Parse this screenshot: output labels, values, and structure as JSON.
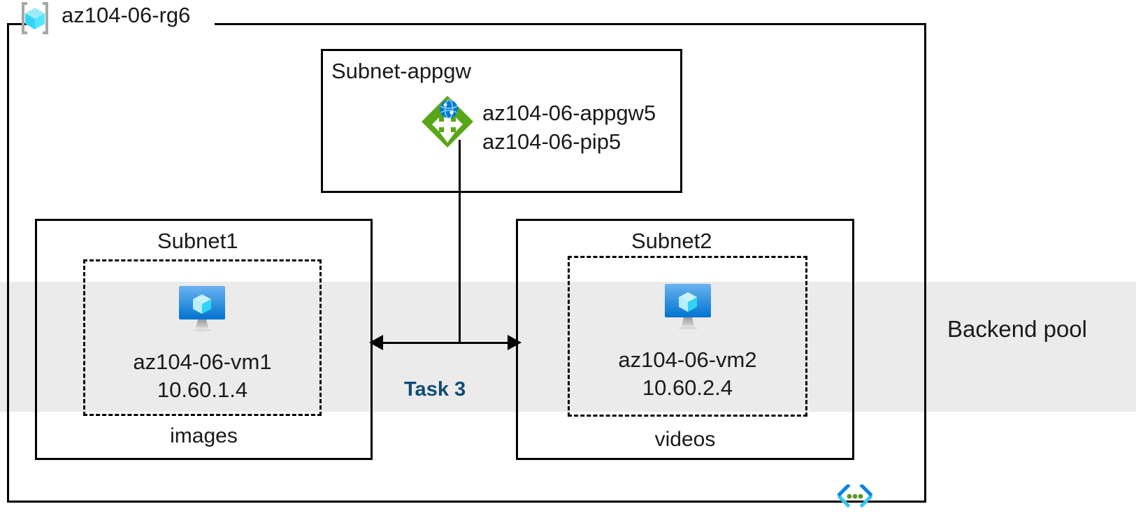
{
  "diagram": {
    "type": "azure-architecture",
    "resource_group": {
      "name": "az104-06-rg6",
      "icon": "resource-group-cube-icon"
    },
    "backend_pool": {
      "label": "Backend pool",
      "band_color": "#ebebeb"
    },
    "task": {
      "label": "Task 3",
      "color": "#0f4c75"
    },
    "subnets": [
      {
        "title": "Subnet-appgw",
        "resources": [
          {
            "icon": "application-gateway-icon",
            "lines": [
              "az104-06-appgw5",
              "az104-06-pip5"
            ]
          }
        ]
      },
      {
        "title": "Subnet1",
        "vm": {
          "icon": "virtual-machine-icon",
          "name": "az104-06-vm1",
          "ip": "10.60.1.4"
        },
        "footer": "images"
      },
      {
        "title": "Subnet2",
        "vm": {
          "icon": "virtual-machine-icon",
          "name": "az104-06-vm2",
          "ip": "10.60.2.4"
        },
        "footer": "videos"
      }
    ],
    "template_icon": "arm-template-brackets-icon",
    "colors": {
      "appgw_green": "#59A616",
      "appgw_globe_blue": "#0078d4",
      "vm_screen_blue": "#0f82e2",
      "cube_cyan": "#9ceaf5",
      "arm_blue": "#0f82e2",
      "arm_cyan": "#37c6f4",
      "arm_green": "#5e9624",
      "border_black": "#000000"
    }
  }
}
